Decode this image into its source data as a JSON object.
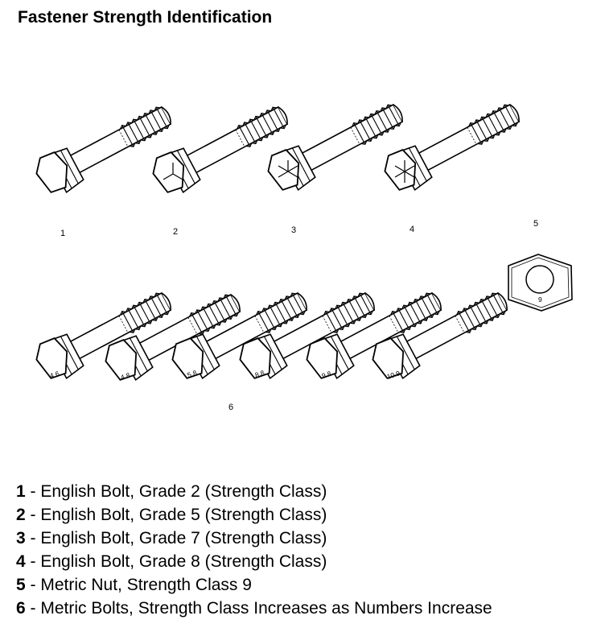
{
  "title": "Fastener Strength Identification",
  "callouts": {
    "c1": "1",
    "c2": "2",
    "c3": "3",
    "c4": "4",
    "c5": "5",
    "c6": "6"
  },
  "nut_marking": "9",
  "metric_markings": [
    "4.6",
    "4.8",
    "5.8",
    "8.8",
    "9.8",
    "10.9"
  ],
  "legend": [
    {
      "num": "1",
      "text": " - English Bolt, Grade 2 (Strength Class)"
    },
    {
      "num": "2",
      "text": " - English Bolt, Grade 5 (Strength Class)"
    },
    {
      "num": "3",
      "text": " - English Bolt, Grade 7 (Strength Class)"
    },
    {
      "num": "4",
      "text": " - English Bolt, Grade 8 (Strength Class)"
    },
    {
      "num": "5",
      "text": " - Metric Nut, Strength Class 9"
    },
    {
      "num": "6",
      "text": " - Metric Bolts, Strength Class Increases as Numbers Increase"
    }
  ]
}
